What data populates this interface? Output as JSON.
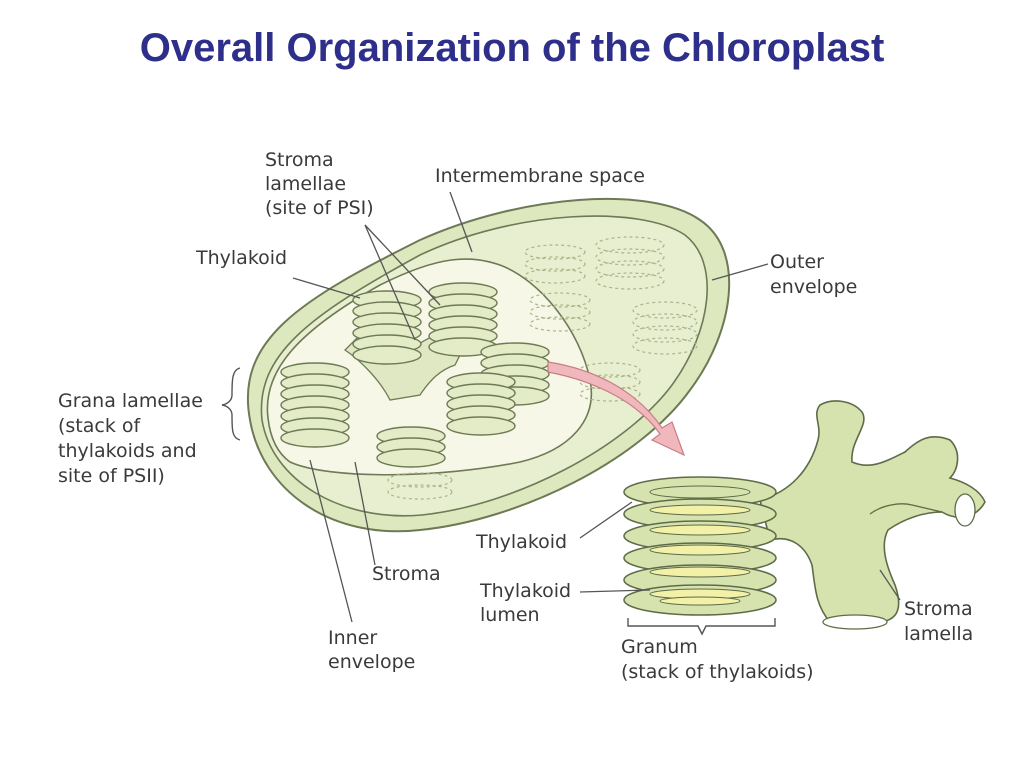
{
  "title": "Overall Organization of the Chloroplast",
  "colors": {
    "title": "#2e2f8a",
    "membrane": "#dde8bf",
    "membrane_dark": "#c9d9a0",
    "lumen": "#f3f0a8",
    "arrow": "#f0b8bc",
    "line": "#555555"
  },
  "labels": {
    "stroma_lamellae_1": "Stroma",
    "stroma_lamellae_2": "lamellae",
    "stroma_lamellae_3": "(site of PSI)",
    "intermembrane_space": "Intermembrane space",
    "thylakoid_top": "Thylakoid",
    "outer_envelope_1": "Outer",
    "outer_envelope_2": "envelope",
    "grana_1": "Grana lamellae",
    "grana_2": "(stack of",
    "grana_3": "thylakoids and",
    "grana_4": "site of PSII)",
    "stroma": "Stroma",
    "inner_envelope_1": "Inner",
    "inner_envelope_2": "envelope",
    "thylakoid_detail": "Thylakoid",
    "thylakoid_lumen_1": "Thylakoid",
    "thylakoid_lumen_2": "lumen",
    "granum_1": "Granum",
    "granum_2": "(stack of thylakoids)",
    "stroma_lamella_1": "Stroma",
    "stroma_lamella_2": "lamella"
  }
}
